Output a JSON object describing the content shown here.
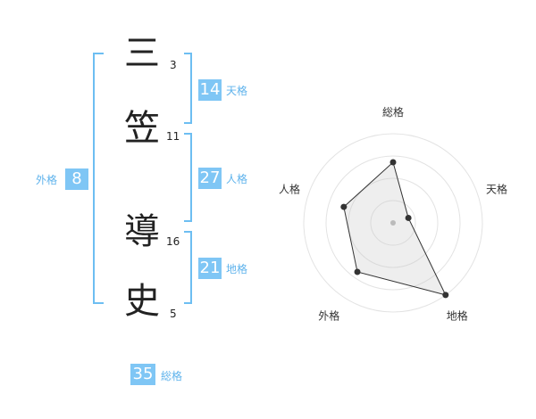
{
  "name": {
    "characters": [
      {
        "char": "三",
        "strokes": "3"
      },
      {
        "char": "笠",
        "strokes": "11"
      },
      {
        "char": "導",
        "strokes": "16"
      },
      {
        "char": "史",
        "strokes": "5"
      }
    ]
  },
  "kakusu": {
    "tenkaku": {
      "value": "14",
      "label": "天格"
    },
    "jinkaku": {
      "value": "27",
      "label": "人格"
    },
    "chikaku": {
      "value": "21",
      "label": "地格"
    },
    "gaikaku": {
      "value": "8",
      "label": "外格"
    },
    "soukaku": {
      "value": "35",
      "label": "総格"
    }
  },
  "colors": {
    "accent": "#7fc6f5",
    "bracket": "#6dbef2",
    "label": "#5fb3ec"
  },
  "chart_data": {
    "type": "radar",
    "axes": [
      "総格",
      "天格",
      "地格",
      "外格",
      "人格"
    ],
    "values": [
      0.68,
      0.18,
      1.0,
      0.68,
      0.58
    ],
    "max": 1.0,
    "rings": 4
  }
}
